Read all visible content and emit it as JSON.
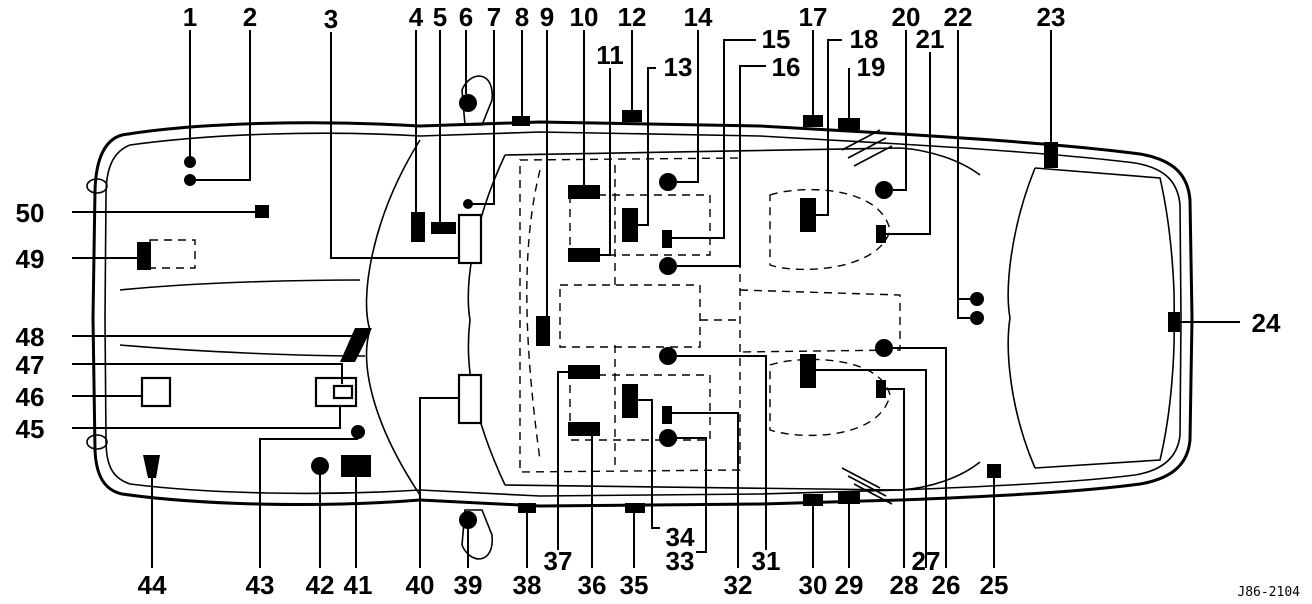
{
  "callouts": {
    "n1": "1",
    "n2": "2",
    "n3": "3",
    "n4": "4",
    "n5": "5",
    "n6": "6",
    "n7": "7",
    "n8": "8",
    "n9": "9",
    "n10": "10",
    "n11": "11",
    "n12": "12",
    "n13": "13",
    "n14": "14",
    "n15": "15",
    "n16": "16",
    "n17": "17",
    "n18": "18",
    "n19": "19",
    "n20": "20",
    "n21": "21",
    "n22": "22",
    "n23": "23",
    "n24": "24",
    "n25": "25",
    "n26": "26",
    "n27": "27",
    "n28": "28",
    "n29": "29",
    "n30": "30",
    "n31": "31",
    "n32": "32",
    "n33": "33",
    "n34": "34",
    "n35": "35",
    "n36": "36",
    "n37": "37",
    "n38": "38",
    "n39": "39",
    "n40": "40",
    "n41": "41",
    "n42": "42",
    "n43": "43",
    "n44": "44",
    "n45": "45",
    "n46": "46",
    "n47": "47",
    "n48": "48",
    "n49": "49",
    "n50": "50"
  },
  "figure_ref": "J86-2104"
}
